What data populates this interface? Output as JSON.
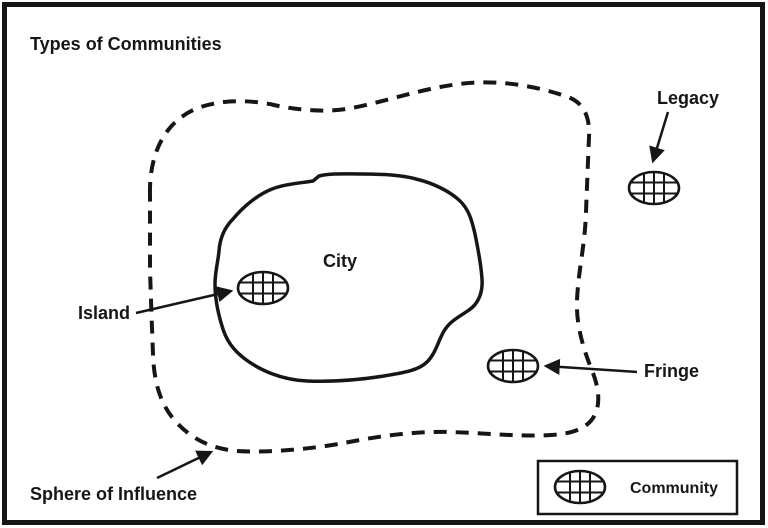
{
  "diagram": {
    "title": "Types of Communities",
    "colors": {
      "ink": "#161616",
      "background": "#ffffff"
    },
    "regions": {
      "sphere_of_influence_label": "Sphere of Influence",
      "city_label": "City"
    },
    "communities": [
      {
        "label": "Island",
        "location": "inside city"
      },
      {
        "label": "Fringe",
        "location": "inside sphere of influence, outside city"
      },
      {
        "label": "Legacy",
        "location": "outside sphere of influence"
      }
    ],
    "legend": {
      "symbol": "community-ellipse-crosshatch",
      "label": "Community"
    }
  }
}
